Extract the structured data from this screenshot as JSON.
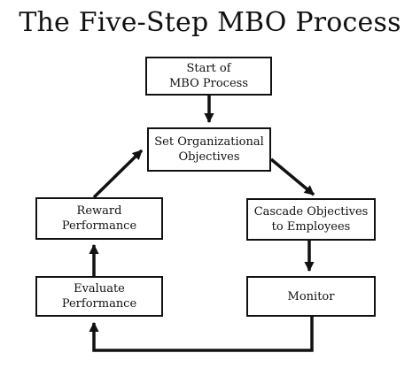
{
  "diagram": {
    "title": "The Five-Step MBO Process",
    "nodes": {
      "start": {
        "line1": "Start of",
        "line2": "MBO Process"
      },
      "set_objectives": {
        "line1": "Set Organizational",
        "line2": "Objectives"
      },
      "cascade": {
        "line1": "Cascade Objectives",
        "line2": "to Employees"
      },
      "monitor": {
        "line1": "Monitor"
      },
      "evaluate": {
        "line1": "Evaluate",
        "line2": "Performance"
      },
      "reward": {
        "line1": "Reward",
        "line2": "Performance"
      }
    },
    "edges": [
      {
        "from": "start",
        "to": "set_objectives"
      },
      {
        "from": "set_objectives",
        "to": "cascade"
      },
      {
        "from": "cascade",
        "to": "monitor"
      },
      {
        "from": "monitor",
        "to": "evaluate"
      },
      {
        "from": "evaluate",
        "to": "reward"
      },
      {
        "from": "reward",
        "to": "set_objectives"
      }
    ]
  }
}
